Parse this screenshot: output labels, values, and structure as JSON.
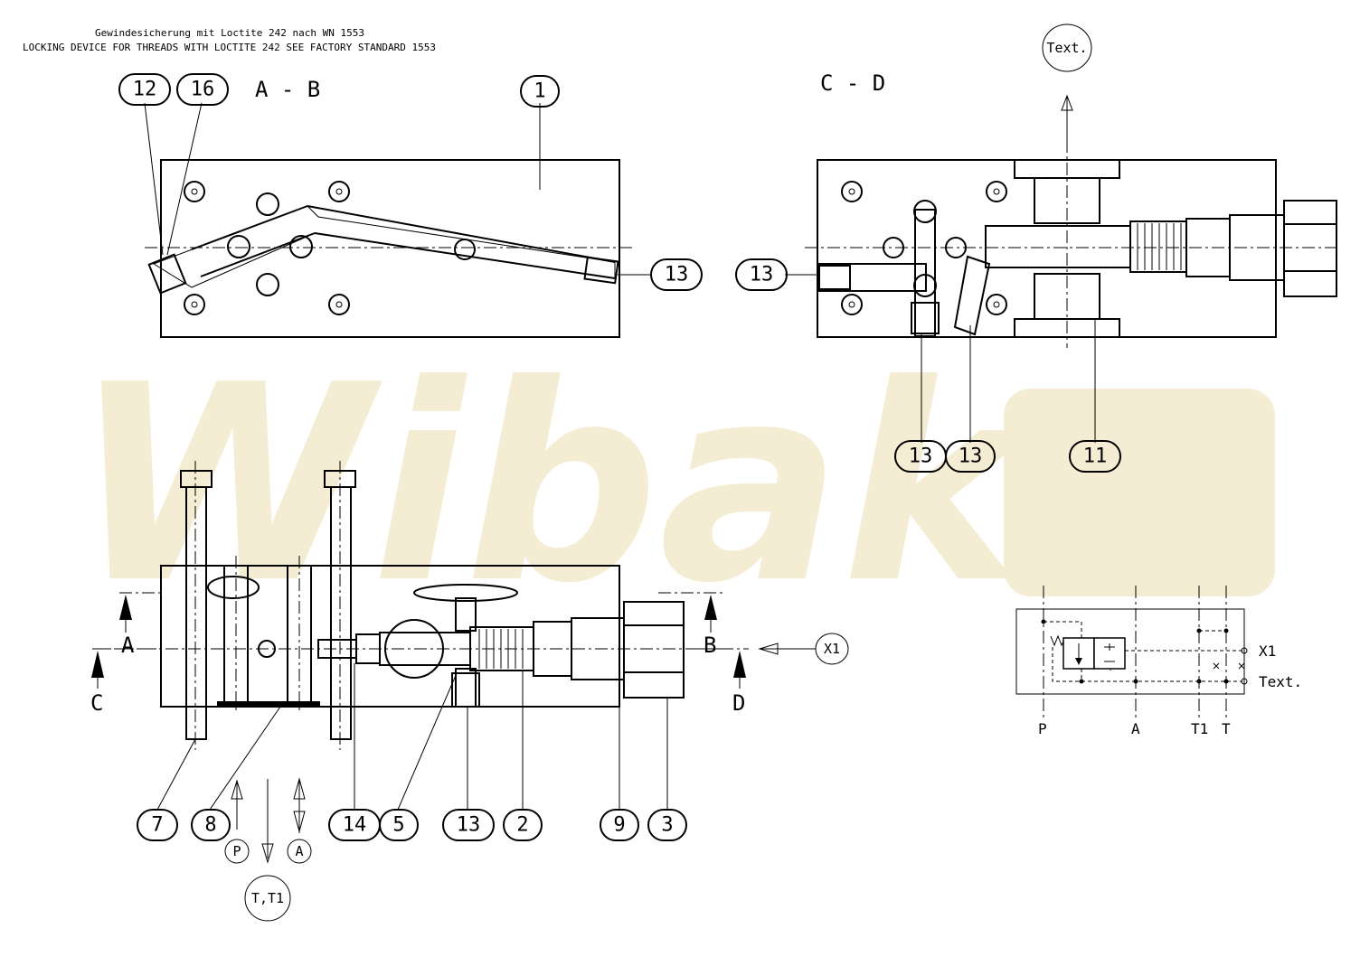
{
  "notes": {
    "de": "Gewindesicherung mit Loctite 242 nach WN 1553",
    "en": "LOCKING DEVICE FOR THREADS WITH LOCTITE 242 SEE FACTORY STANDARD 1553"
  },
  "watermark": "Wibako",
  "sections": {
    "ab": "A - B",
    "cd": "C - D"
  },
  "section_letters": {
    "a": "A",
    "b": "B",
    "c": "C",
    "d": "D"
  },
  "balloons": {
    "b12": "12",
    "b16": "16",
    "b1": "1",
    "b13_ab": "13",
    "b13_cd_left": "13",
    "b13_cd_mid1": "13",
    "b13_cd_mid2": "13",
    "b11": "11",
    "b7": "7",
    "b8": "8",
    "b14": "14",
    "b5": "5",
    "b13_main": "13",
    "b2": "2",
    "b9": "9",
    "b3": "3",
    "text_top": "Text.",
    "x1": "X1",
    "p": "P",
    "a": "A",
    "tt1": "T,T1"
  },
  "symbol": {
    "ports": {
      "p": "P",
      "a": "A",
      "t1": "T1",
      "t": "T"
    },
    "x1": "X1",
    "text": "Text."
  }
}
